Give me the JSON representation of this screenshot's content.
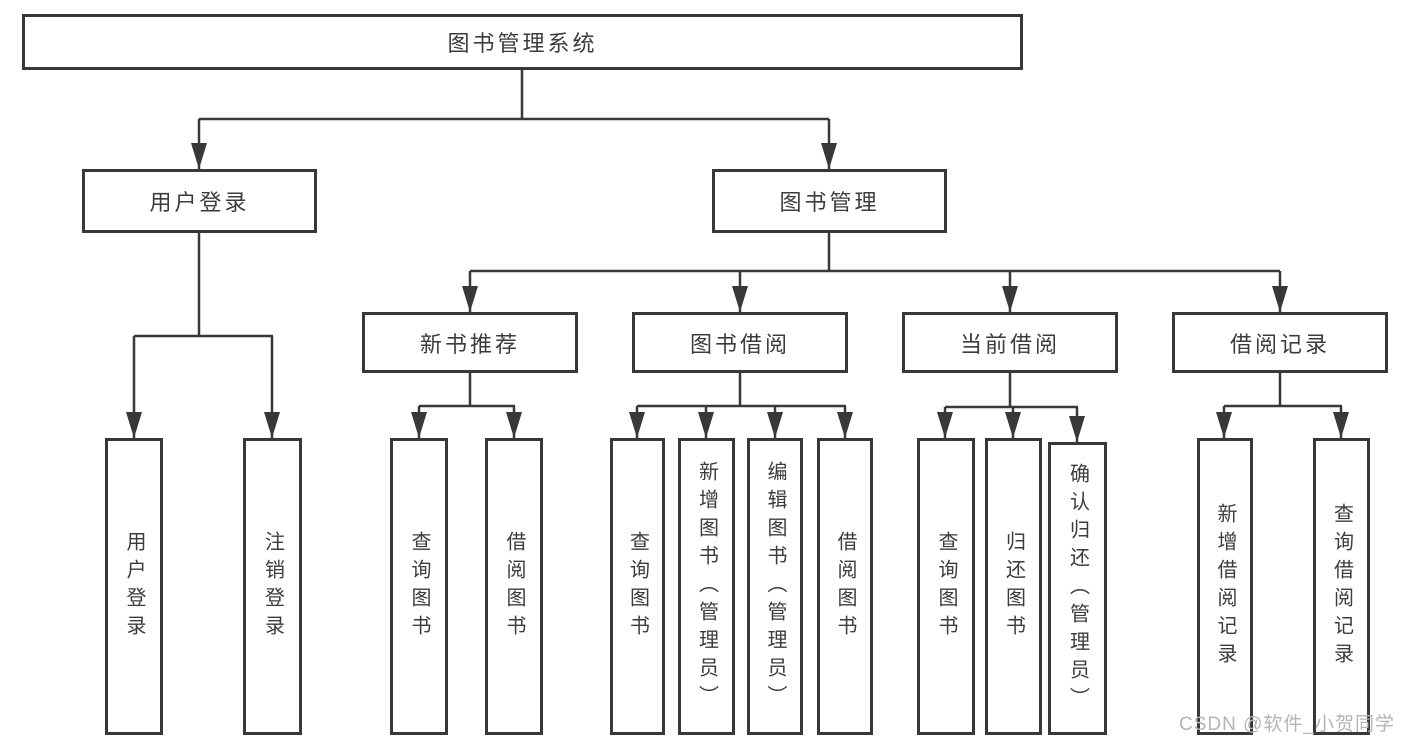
{
  "diagram_title": "图书管理系统",
  "tree": {
    "root": {
      "label": "图书管理系统"
    },
    "branches": [
      {
        "label": "用户登录",
        "leaves": [
          {
            "label": "用户登录"
          },
          {
            "label": "注销登录"
          }
        ]
      },
      {
        "label": "图书管理",
        "groups": [
          {
            "label": "新书推荐",
            "leaves": [
              {
                "label": "查询图书"
              },
              {
                "label": "借阅图书"
              }
            ]
          },
          {
            "label": "图书借阅",
            "leaves": [
              {
                "label": "查询图书"
              },
              {
                "label": "新增图书（管理员）"
              },
              {
                "label": "编辑图书（管理员）"
              },
              {
                "label": "借阅图书"
              }
            ]
          },
          {
            "label": "当前借阅",
            "leaves": [
              {
                "label": "查询图书"
              },
              {
                "label": "归还图书"
              },
              {
                "label": "确认归还（管理员）"
              }
            ]
          },
          {
            "label": "借阅记录",
            "leaves": [
              {
                "label": "新增借阅记录"
              },
              {
                "label": "查询借阅记录"
              }
            ]
          }
        ]
      }
    ]
  },
  "watermark": "CSDN @软件_小贺同学",
  "colors": {
    "line": "#383838",
    "text": "#3c3c3c",
    "box_bg": "#ffffff",
    "background": "#ffffff",
    "watermark": "#b5b5b5"
  }
}
